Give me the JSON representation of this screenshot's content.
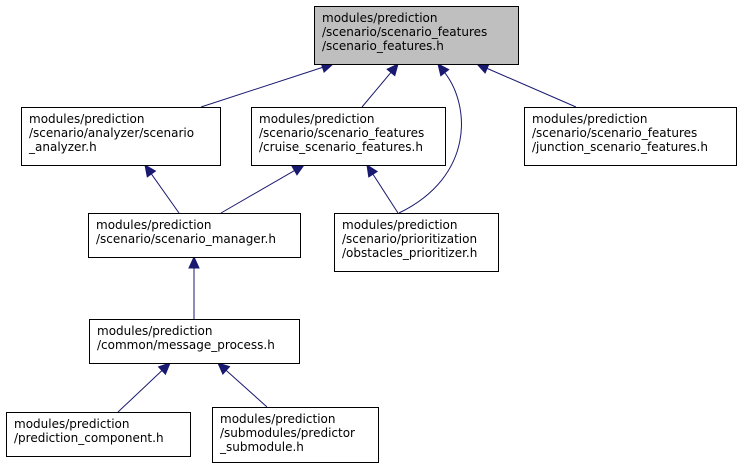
{
  "graph": {
    "nodes": [
      {
        "id": "scenario_features",
        "lines": [
          "modules/prediction",
          "/scenario/scenario_features",
          "/scenario_features.h"
        ],
        "root": true
      },
      {
        "id": "scenario_analyzer",
        "lines": [
          "modules/prediction",
          "/scenario/analyzer/scenario",
          "_analyzer.h"
        ]
      },
      {
        "id": "cruise_scenario_features",
        "lines": [
          "modules/prediction",
          "/scenario/scenario_features",
          "/cruise_scenario_features.h"
        ]
      },
      {
        "id": "junction_scenario_features",
        "lines": [
          "modules/prediction",
          "/scenario/scenario_features",
          "/junction_scenario_features.h"
        ]
      },
      {
        "id": "scenario_manager",
        "lines": [
          "modules/prediction",
          "/scenario/scenario_manager.h"
        ]
      },
      {
        "id": "obstacles_prioritizer",
        "lines": [
          "modules/prediction",
          "/scenario/prioritization",
          "/obstacles_prioritizer.h"
        ]
      },
      {
        "id": "message_process",
        "lines": [
          "modules/prediction",
          "/common/message_process.h"
        ]
      },
      {
        "id": "prediction_component",
        "lines": [
          "modules/prediction",
          "/prediction_component.h"
        ]
      },
      {
        "id": "predictor_submodule",
        "lines": [
          "modules/prediction",
          "/submodules/predictor",
          "_submodule.h"
        ]
      }
    ],
    "edges": [
      {
        "from": "scenario_analyzer",
        "to": "scenario_features"
      },
      {
        "from": "cruise_scenario_features",
        "to": "scenario_features"
      },
      {
        "from": "obstacles_prioritizer",
        "to": "scenario_features"
      },
      {
        "from": "junction_scenario_features",
        "to": "scenario_features"
      },
      {
        "from": "scenario_manager",
        "to": "scenario_analyzer"
      },
      {
        "from": "scenario_manager",
        "to": "cruise_scenario_features"
      },
      {
        "from": "obstacles_prioritizer",
        "to": "cruise_scenario_features"
      },
      {
        "from": "message_process",
        "to": "scenario_manager"
      },
      {
        "from": "prediction_component",
        "to": "message_process"
      },
      {
        "from": "predictor_submodule",
        "to": "message_process"
      }
    ],
    "colors": {
      "edge": "#191970",
      "root_fill": "#bfbfbf",
      "node_fill": "#ffffff",
      "border": "#000000"
    }
  }
}
